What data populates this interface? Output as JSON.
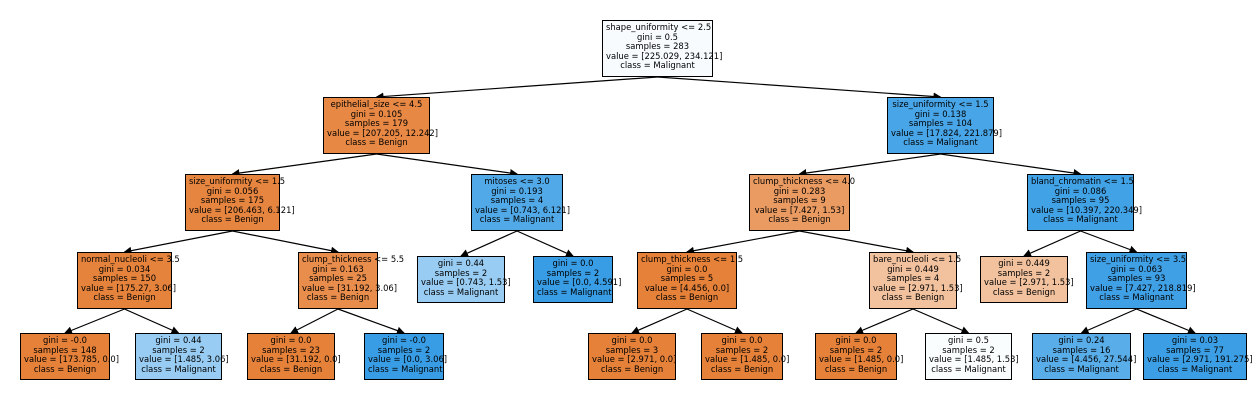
{
  "nodes": [
    {
      "id": "n0",
      "lines": [
        "shape_uniformity <= 2.5",
        "gini = 0.5",
        "samples = 283",
        "value = [225.029, 234.121]",
        "class = Malignant"
      ],
      "fill": "#f7fbfe"
    },
    {
      "id": "n1",
      "lines": [
        "epithelial_size <= 4.5",
        "gini = 0.105",
        "samples = 179",
        "value = [207.205, 12.242]",
        "class = Benign"
      ],
      "fill": "#e78845"
    },
    {
      "id": "n2",
      "lines": [
        "size_uniformity <= 1.5",
        "gini = 0.138",
        "samples = 104",
        "value = [17.824, 221.879]",
        "class = Malignant"
      ],
      "fill": "#48a5e7"
    },
    {
      "id": "n3",
      "lines": [
        "size_uniformity <= 1.5",
        "gini = 0.056",
        "samples = 175",
        "value = [206.463, 6.121]",
        "class = Benign"
      ],
      "fill": "#e6853f"
    },
    {
      "id": "n4",
      "lines": [
        "mitoses <= 3.0",
        "gini = 0.193",
        "samples = 4",
        "value = [0.743, 6.121]",
        "class = Malignant"
      ],
      "fill": "#51a9e8"
    },
    {
      "id": "n5",
      "lines": [
        "clump_thickness <= 4.0",
        "gini = 0.283",
        "samples = 9",
        "value = [7.427, 1.53]",
        "class = Benign"
      ],
      "fill": "#ea9b62"
    },
    {
      "id": "n6",
      "lines": [
        "bland_chromatin <= 1.5",
        "gini = 0.086",
        "samples = 95",
        "value = [10.397, 220.349]",
        "class = Malignant"
      ],
      "fill": "#42a2e6"
    },
    {
      "id": "n7",
      "lines": [
        "normal_nucleoli <= 3.5",
        "gini = 0.034",
        "samples = 150",
        "value = [175.27, 3.06]",
        "class = Benign"
      ],
      "fill": "#e5833c"
    },
    {
      "id": "n8",
      "lines": [
        "clump_thickness <= 5.5",
        "gini = 0.163",
        "samples = 25",
        "value = [31.192, 3.06]",
        "class = Benign"
      ],
      "fill": "#e88d4c"
    },
    {
      "id": "n9",
      "lines": [
        "gini = 0.44",
        "samples = 2",
        "value = [0.743, 1.53]",
        "class = Malignant"
      ],
      "fill": "#99ccf2"
    },
    {
      "id": "n10",
      "lines": [
        "gini = 0.0",
        "samples = 2",
        "value = [0.0, 4.591]",
        "class = Malignant"
      ],
      "fill": "#399de5"
    },
    {
      "id": "n11",
      "lines": [
        "clump_thickness <= 1.5",
        "gini = 0.0",
        "samples = 5",
        "value = [4.456, 0.0]",
        "class = Benign"
      ],
      "fill": "#e58139"
    },
    {
      "id": "n12",
      "lines": [
        "bare_nucleoli <= 1.5",
        "gini = 0.449",
        "samples = 4",
        "value = [2.971, 1.53]",
        "class = Benign"
      ],
      "fill": "#f2c29f"
    },
    {
      "id": "n13",
      "lines": [
        "gini = 0.449",
        "samples = 2",
        "value = [2.971, 1.53]",
        "class = Benign"
      ],
      "fill": "#f2c29f"
    },
    {
      "id": "n14",
      "lines": [
        "size_uniformity <= 3.5",
        "gini = 0.063",
        "samples = 93",
        "value = [7.427, 218.819]",
        "class = Malignant"
      ],
      "fill": "#40a0e6"
    },
    {
      "id": "n15",
      "lines": [
        "gini = -0.0",
        "samples = 148",
        "value = [173.785, 0.0]",
        "class = Benign"
      ],
      "fill": "#e58139"
    },
    {
      "id": "n16",
      "lines": [
        "gini = 0.44",
        "samples = 2",
        "value = [1.485, 3.06]",
        "class = Malignant"
      ],
      "fill": "#99ccf2"
    },
    {
      "id": "n17",
      "lines": [
        "gini = 0.0",
        "samples = 23",
        "value = [31.192, 0.0]",
        "class = Benign"
      ],
      "fill": "#e58139"
    },
    {
      "id": "n18",
      "lines": [
        "gini = -0.0",
        "samples = 2",
        "value = [0.0, 3.06]",
        "class = Malignant"
      ],
      "fill": "#399de5"
    },
    {
      "id": "n19",
      "lines": [
        "gini = 0.0",
        "samples = 3",
        "value = [2.971, 0.0]",
        "class = Benign"
      ],
      "fill": "#e58139"
    },
    {
      "id": "n20",
      "lines": [
        "gini = 0.0",
        "samples = 2",
        "value = [1.485, 0.0]",
        "class = Benign"
      ],
      "fill": "#e58139"
    },
    {
      "id": "n21",
      "lines": [
        "gini = 0.0",
        "samples = 2",
        "value = [1.485, 0.0]",
        "class = Benign"
      ],
      "fill": "#e58139"
    },
    {
      "id": "n22",
      "lines": [
        "gini = 0.5",
        "samples = 2",
        "value = [1.485, 1.53]",
        "class = Malignant"
      ],
      "fill": "#fafdfe"
    },
    {
      "id": "n23",
      "lines": [
        "gini = 0.24",
        "samples = 16",
        "value = [4.456, 27.544]",
        "class = Malignant"
      ],
      "fill": "#59ade9"
    },
    {
      "id": "n24",
      "lines": [
        "gini = 0.03",
        "samples = 77",
        "value = [2.971, 191.275]",
        "class = Malignant"
      ],
      "fill": "#3c9fe5"
    }
  ],
  "edges": [
    [
      "n0",
      "n1"
    ],
    [
      "n0",
      "n2"
    ],
    [
      "n1",
      "n3"
    ],
    [
      "n1",
      "n4"
    ],
    [
      "n2",
      "n5"
    ],
    [
      "n2",
      "n6"
    ],
    [
      "n3",
      "n7"
    ],
    [
      "n3",
      "n8"
    ],
    [
      "n4",
      "n9"
    ],
    [
      "n4",
      "n10"
    ],
    [
      "n5",
      "n11"
    ],
    [
      "n5",
      "n12"
    ],
    [
      "n6",
      "n13"
    ],
    [
      "n6",
      "n14"
    ],
    [
      "n7",
      "n15"
    ],
    [
      "n7",
      "n16"
    ],
    [
      "n8",
      "n17"
    ],
    [
      "n8",
      "n18"
    ],
    [
      "n11",
      "n19"
    ],
    [
      "n11",
      "n20"
    ],
    [
      "n12",
      "n21"
    ],
    [
      "n12",
      "n22"
    ],
    [
      "n14",
      "n23"
    ],
    [
      "n14",
      "n24"
    ]
  ]
}
